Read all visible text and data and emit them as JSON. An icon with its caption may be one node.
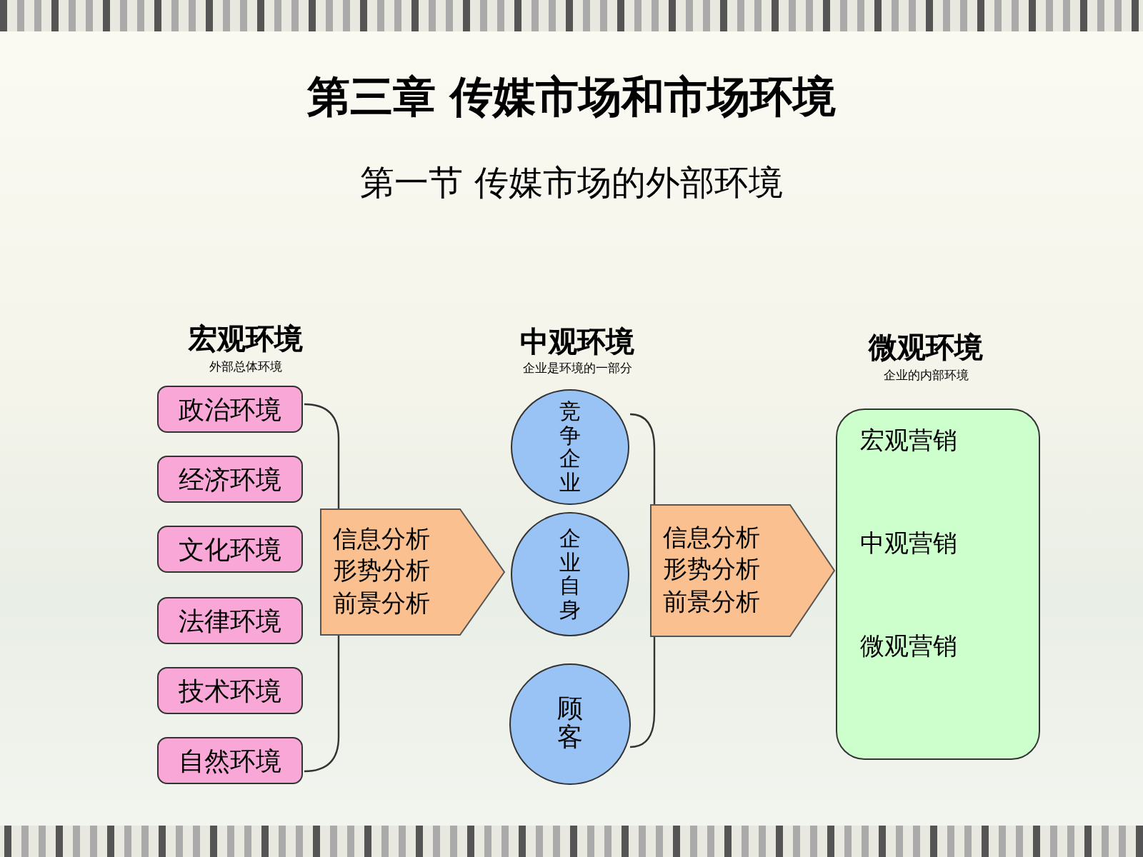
{
  "diagram": {
    "title": "第三章 传媒市场和市场环境",
    "nodes": [
      {
        "text": [
          "政治环境"
        ]
      },
      {
        "text": [
          "经济环境"
        ]
      },
      {
        "text": [
          "文化环境"
        ]
      },
      {
        "text": [
          "法律环境"
        ]
      },
      {
        "text": [
          "技术环境"
        ]
      },
      {
        "text": [
          "自然环境"
        ]
      },
      {
        "text": [
          "信息分析形势分析前景分析"
        ]
      },
      {
        "text": [
          "竞争企业"
        ]
      },
      {
        "text": [
          "企业自身"
        ]
      },
      {
        "text": [
          "顾客"
        ]
      },
      {
        "text": [
          "信息分析形势分析前景分析"
        ]
      },
      {
        "text": [
          "宏观营销",
          "中观营销",
          "微观营销"
        ]
      }
    ],
    "labels": [
      "第一节 传媒市场的外部环境",
      "宏观环境",
      "外部总体环境",
      "中观环境",
      "企业是环境的一部分",
      "微观环境",
      "企业的内部环境"
    ]
  }
}
